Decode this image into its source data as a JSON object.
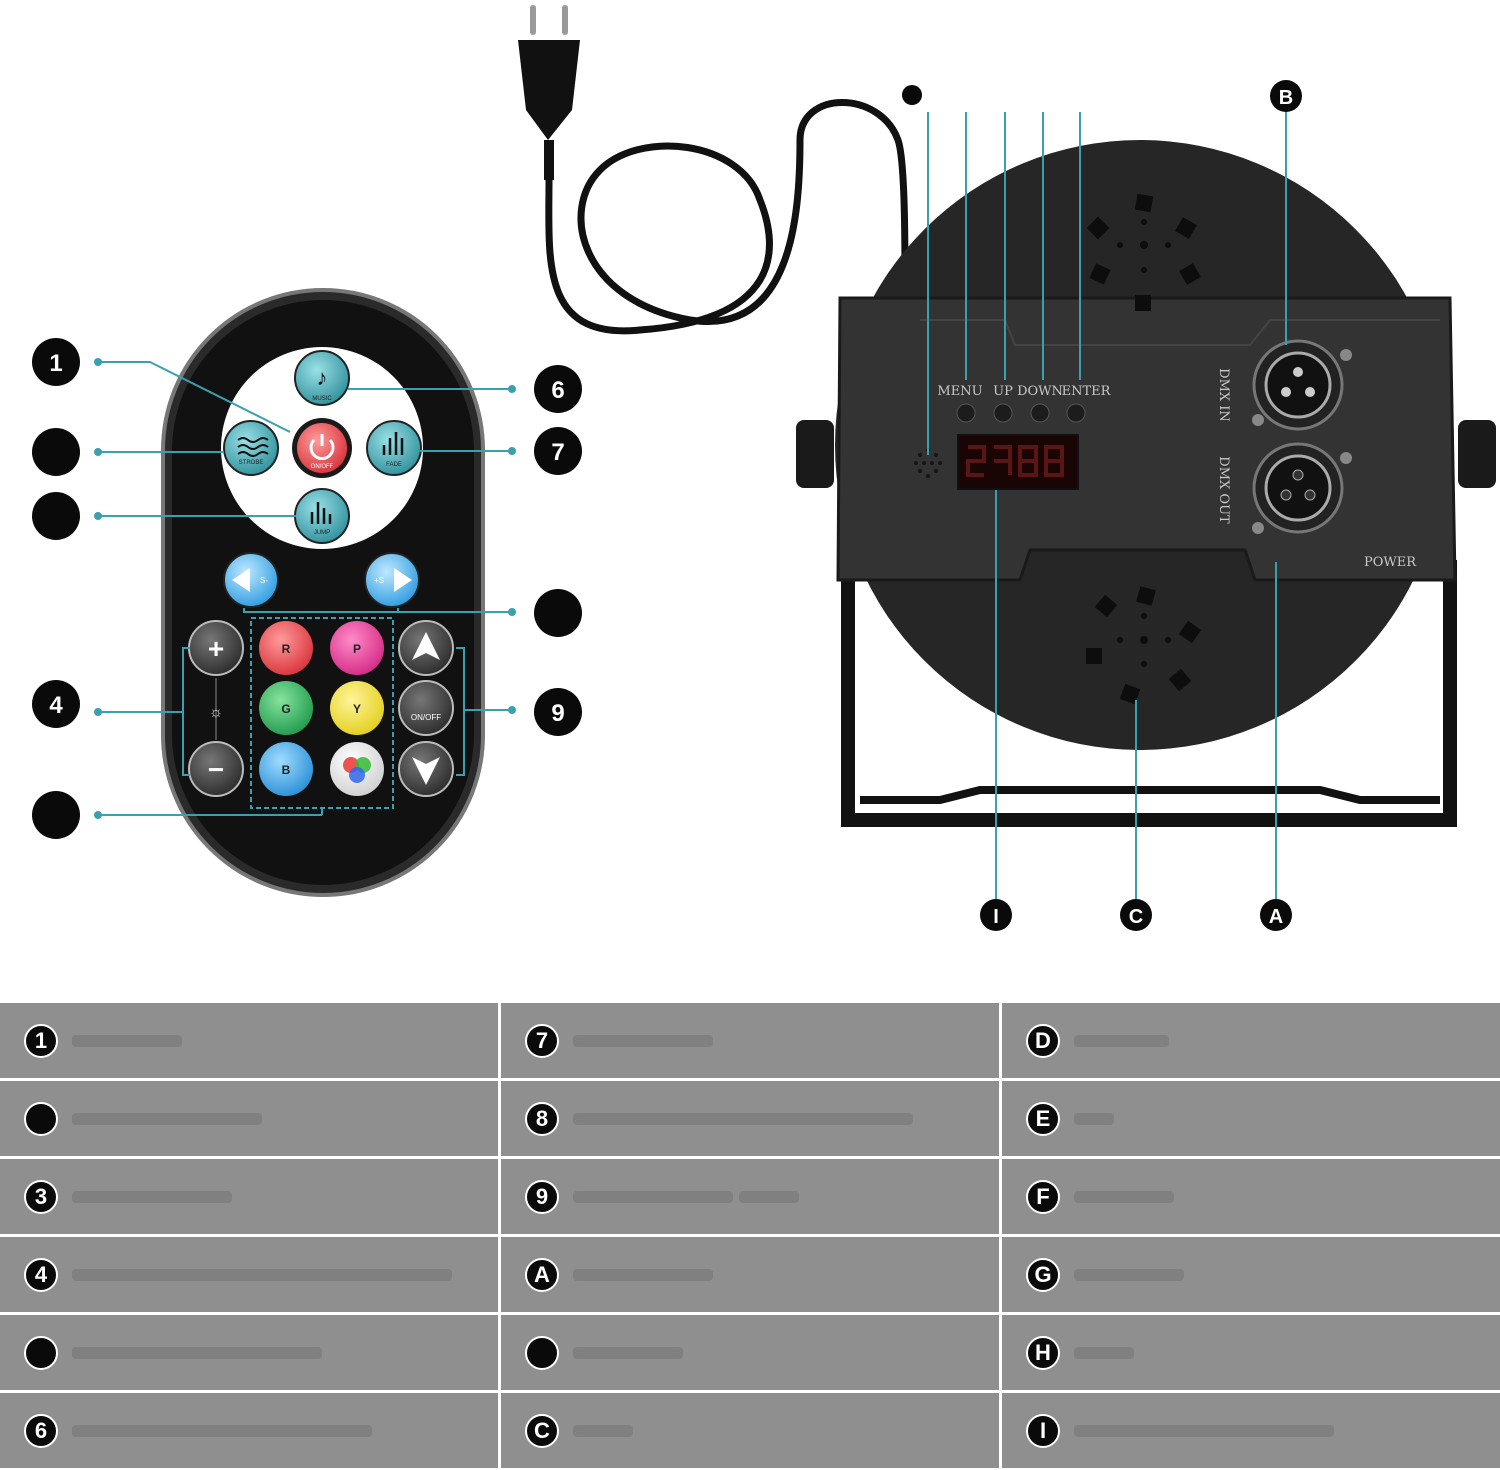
{
  "remote": {
    "buttons": {
      "music": "MUSIC",
      "power": "ON/OFF",
      "strobe": "STROBE",
      "fade": "FADE",
      "jump": "JUMP",
      "speed_down": "S-",
      "speed_up": "+S",
      "plus": "+",
      "minus": "−",
      "red": "R",
      "pink": "P",
      "green": "G",
      "yellow": "Y",
      "blue": "B",
      "up": "▲",
      "onoff": "ON/OFF",
      "down": "▼"
    },
    "callouts": [
      "1",
      "6",
      "7",
      "4",
      "9"
    ]
  },
  "light": {
    "panel_labels": {
      "menu": "MENU",
      "up": "UP",
      "down": "DOWN",
      "enter": "ENTER",
      "dmx_in": "DMX IN",
      "dmx_out": "DMX OUT",
      "power": "POWER"
    },
    "callouts": [
      "B",
      "I",
      "C",
      "A"
    ]
  },
  "legend": [
    {
      "key": "1"
    },
    {
      "key": "7"
    },
    {
      "key": "D"
    },
    {
      "key": ""
    },
    {
      "key": "8"
    },
    {
      "key": "E"
    },
    {
      "key": "3"
    },
    {
      "key": "9"
    },
    {
      "key": "F"
    },
    {
      "key": "4"
    },
    {
      "key": "A"
    },
    {
      "key": "G"
    },
    {
      "key": ""
    },
    {
      "key": ""
    },
    {
      "key": "H"
    },
    {
      "key": "6"
    },
    {
      "key": "C"
    },
    {
      "key": "I"
    }
  ],
  "colors": {
    "accent": "#3aa0b0",
    "table_bg": "#8f8f8f",
    "remote_body": "#1a1a1a"
  }
}
